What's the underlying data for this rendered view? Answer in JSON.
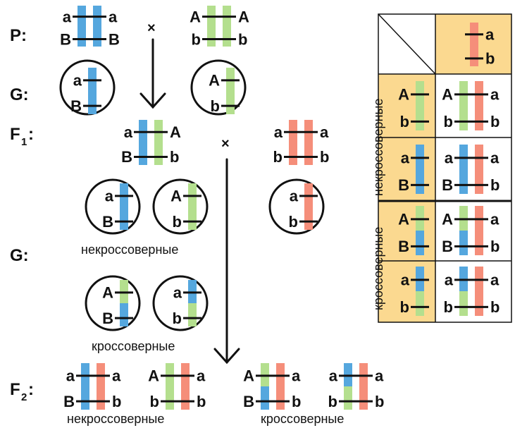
{
  "colors": {
    "blue": "#55a7de",
    "green": "#b4df8e",
    "red": "#f58e7a",
    "header_fill": "#fbd990",
    "black": "#111111"
  },
  "row_labels": {
    "p": "P:",
    "g1": "G:",
    "f1": "F",
    "f1_sub": "1",
    "f1_colon": ":",
    "g2": "G:",
    "f2": "F",
    "f2_sub": "2",
    "f2_colon": ":"
  },
  "symbols": {
    "cross": "×"
  },
  "captions": {
    "g2_noncrossover": "некроссоверные",
    "g2_crossover": "кроссоверные",
    "f2_noncrossover": "некроссоверные",
    "f2_crossover": "кроссоверные",
    "table_noncrossover": "некроссоверные",
    "table_crossover": "кроссоверные"
  },
  "alleles": {
    "a": "a",
    "A": "A",
    "b": "b",
    "B": "B"
  }
}
